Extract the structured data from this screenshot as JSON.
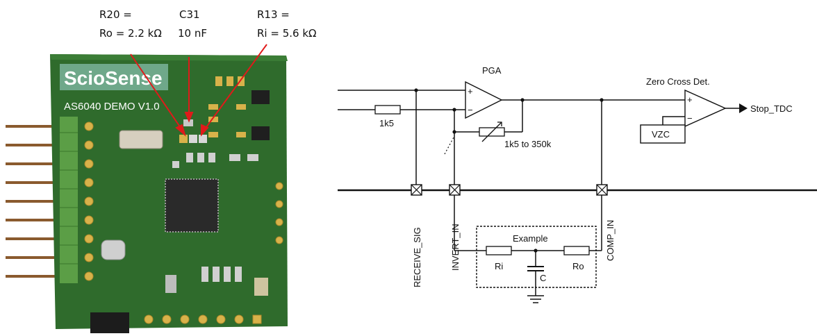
{
  "callouts": {
    "r20_line1": "R20 =",
    "r20_line2": "Ro = 2.2 kΩ",
    "c31_line1": "C31",
    "c31_line2": "10 nF",
    "r13_line1": "R13 =",
    "r13_line2": "Ri = 5.6 kΩ"
  },
  "pcb": {
    "brand": "ScioSense",
    "model": "AS6040 DEMO V1.0"
  },
  "schematic": {
    "pga_label": "PGA",
    "zero_cross_label": "Zero Cross Det.",
    "output_label": "Stop_TDC",
    "vzc_label": "VZC",
    "input_resistor_label": "1k5",
    "feedback_label": "1k5 to 350k",
    "pins": [
      "RECEIVE_SIG",
      "INVERT_IN",
      "COMP_IN"
    ],
    "example_label": "Example",
    "ri_label": "Ri",
    "ro_label": "Ro",
    "c_label": "C",
    "plus_sign": "+",
    "minus_sign": "−"
  },
  "colors": {
    "pcb_green": "#2f6b2c",
    "pin_header": "#5b9e46",
    "arrow_red": "#e01a1a",
    "gold": "#d8b24a"
  }
}
